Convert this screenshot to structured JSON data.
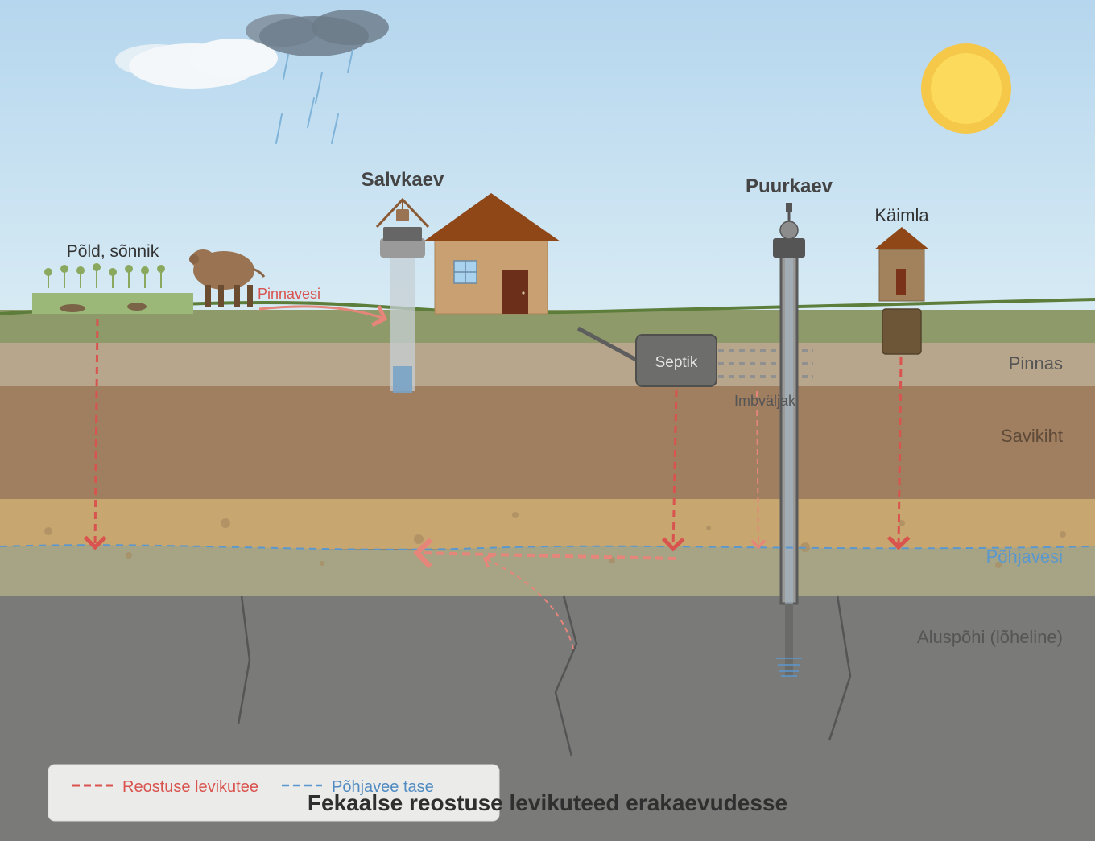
{
  "title": "Fekaalse reostuse levikuteed erakaevudesse",
  "labels": {
    "field": "Põld, sõnnik",
    "surface_water": "Pinnavesi",
    "dug_well": "Salvkaev",
    "drilled_well": "Puurkaev",
    "outhouse": "Käimla",
    "septic": "Septik",
    "infiltration_field": "Imbväljak"
  },
  "layers": {
    "soil": "Pinnas",
    "clay": "Savikiht",
    "groundwater": "Põhjavesi",
    "bedrock": "Aluspõhi (lõheline)"
  },
  "legend": {
    "contamination": "Reostuse levikutee",
    "groundwater_level": "Põhjavee tase"
  },
  "colors": {
    "sky_top": "#b7d8ef",
    "sky_bottom": "#d6eaf4",
    "grass": "#8e9a6a",
    "soil": "#b8a68c",
    "clay": "#a07e60",
    "sand": "#c8a670",
    "groundwater": "#a6a484",
    "bedrock": "#7a7a79",
    "contamination": "#d9534f",
    "groundwater_line": "#5b97cf",
    "sun": "#fcd85a"
  }
}
